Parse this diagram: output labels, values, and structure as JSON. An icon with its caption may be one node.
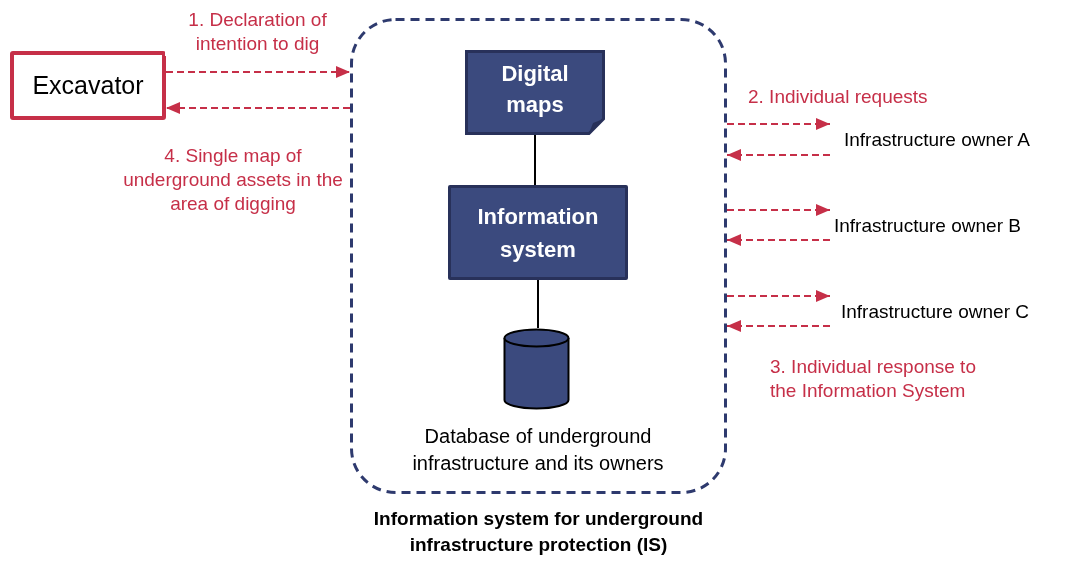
{
  "diagram": {
    "nodes": [
      {
        "text": [
          "Excavator"
        ]
      },
      {
        "text": [
          "Information system for underground infrastructure protection (IS)"
        ]
      },
      {
        "text": [
          "Digital maps"
        ],
        "in": 1
      },
      {
        "text": [
          "Information system"
        ],
        "in": 1
      },
      {
        "text": [],
        "shape": "cylinder",
        "in": 1,
        "beside": [
          "Database of underground infrastructure and its owners"
        ]
      },
      {
        "text": [
          "Infrastructure owner A"
        ]
      },
      {
        "text": [
          "Infrastructure owner B"
        ]
      },
      {
        "text": [
          "Infrastructure owner C"
        ]
      }
    ],
    "edges": [
      {
        "from": 0,
        "to": 1,
        "arrow": "to",
        "style": "dashed",
        "label": "1. Declaration of intention to dig"
      },
      {
        "from": 1,
        "to": 0,
        "arrow": "to",
        "style": "dashed",
        "label": "4. Single map of underground assets in the area of digging"
      },
      {
        "from": 1,
        "to": 5,
        "arrow": "to",
        "style": "dashed",
        "label": "2. Individual requests"
      },
      {
        "from": 5,
        "to": 1,
        "arrow": "to",
        "style": "dashed"
      },
      {
        "from": 1,
        "to": 6,
        "arrow": "to",
        "style": "dashed"
      },
      {
        "from": 6,
        "to": 1,
        "arrow": "to",
        "style": "dashed"
      },
      {
        "from": 1,
        "to": 7,
        "arrow": "to",
        "style": "dashed"
      },
      {
        "from": 7,
        "to": 1,
        "arrow": "to",
        "style": "dashed",
        "label": "3. Individual response to the Information System"
      },
      {
        "from": 2,
        "to": 3,
        "arrow": "none",
        "color": "#000000"
      },
      {
        "from": 3,
        "to": 4,
        "arrow": "none",
        "color": "#000000"
      }
    ]
  }
}
